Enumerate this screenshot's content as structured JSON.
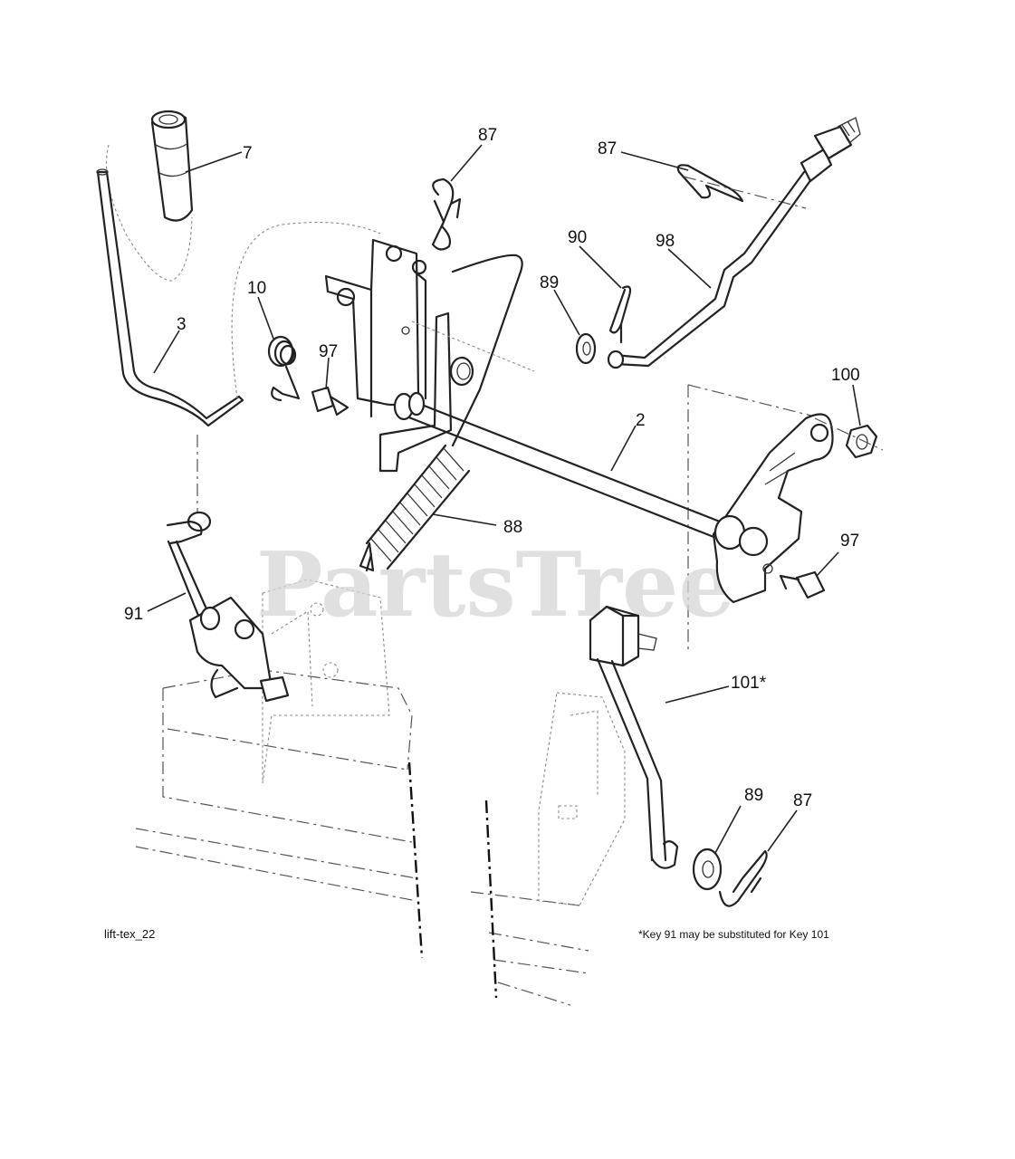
{
  "diagram": {
    "watermark": "PartsTree",
    "footer_left": "lift-tex_22",
    "footer_right": "*Key 91 may be substituted for Key 101",
    "callouts": [
      {
        "id": "c7",
        "label": "7"
      },
      {
        "id": "c3",
        "label": "3"
      },
      {
        "id": "c10",
        "label": "10"
      },
      {
        "id": "c97a",
        "label": "97"
      },
      {
        "id": "c87a",
        "label": "87"
      },
      {
        "id": "c87b",
        "label": "87"
      },
      {
        "id": "c90",
        "label": "90"
      },
      {
        "id": "c98",
        "label": "98"
      },
      {
        "id": "c89a",
        "label": "89"
      },
      {
        "id": "c100",
        "label": "100"
      },
      {
        "id": "c2",
        "label": "2"
      },
      {
        "id": "c88",
        "label": "88"
      },
      {
        "id": "c97b",
        "label": "97"
      },
      {
        "id": "c91",
        "label": "91"
      },
      {
        "id": "c101",
        "label": "101*"
      },
      {
        "id": "c89b",
        "label": "89"
      },
      {
        "id": "c87c",
        "label": "87"
      }
    ]
  }
}
